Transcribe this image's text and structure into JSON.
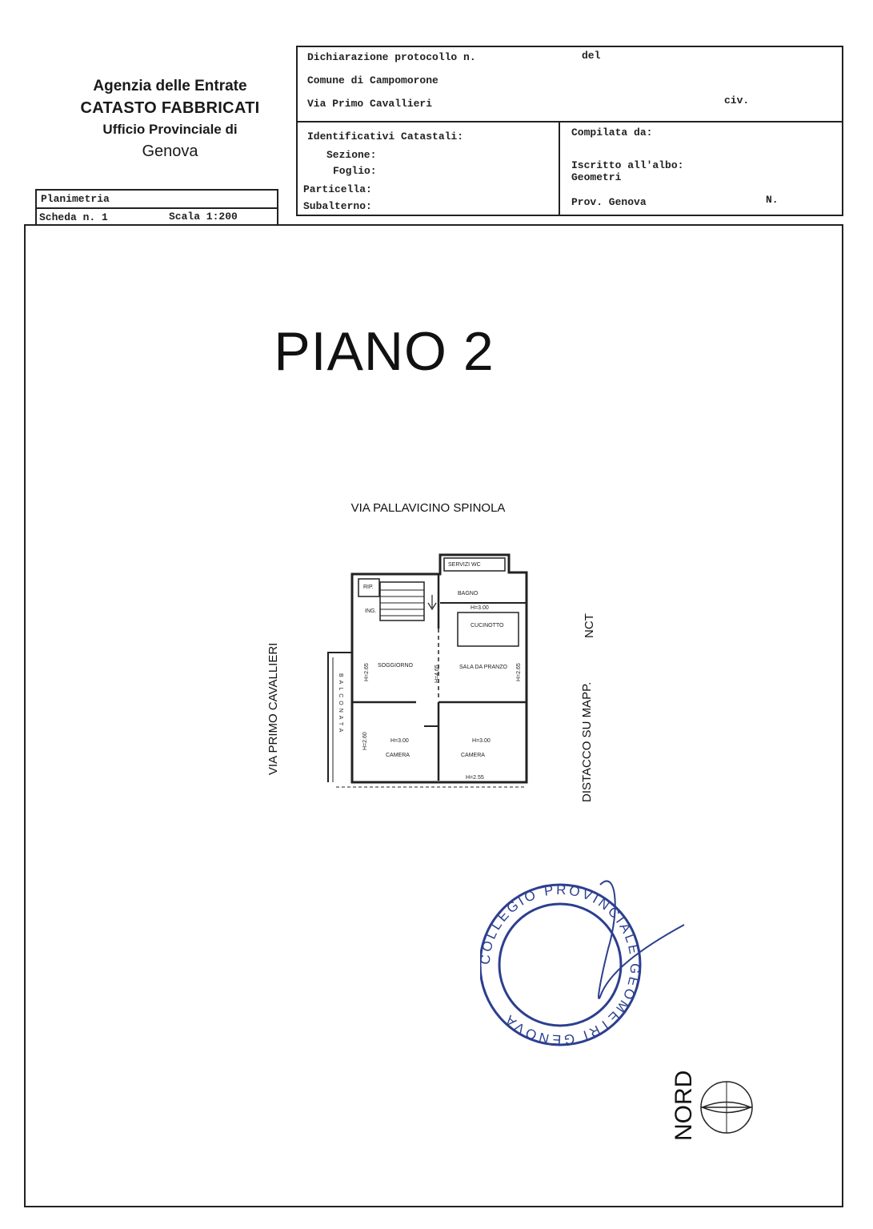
{
  "agency": {
    "line1": "Agenzia delle Entrate",
    "line2": "CATASTO FABBRICATI",
    "line3": "Ufficio Provinciale di",
    "line4": "Genova"
  },
  "header": {
    "declaration_label": "Dichiarazione protocollo n.",
    "del_label": "del",
    "comune": "Comune di Campomorone",
    "address": "Via Primo Cavallieri",
    "civ_label": "civ.",
    "identifiers_label": "Identificativi Catastali:",
    "sezione_label": "Sezione:",
    "foglio_label": "Foglio:",
    "particella_label": "Particella:",
    "subalterno_label": "Subalterno:",
    "compilata_label": "Compilata da:",
    "iscritto_label": "Iscritto all'albo:",
    "albo_value": "Geometri",
    "prov_label": "Prov. Genova",
    "n_label": "N."
  },
  "sheet": {
    "planimetria_label": "Planimetria",
    "scheda_label": "Scheda n. 1",
    "scala_label": "Scala 1:200"
  },
  "drawing": {
    "title": "PIANO 2",
    "street_top": "VIA PALLAVICINO SPINOLA",
    "street_left": "VIA PRIMO CAVALLIERI",
    "street_right_1": "DISTACCO SU MAPP.",
    "street_right_2": "NCT",
    "north_label": "NORD",
    "rooms": {
      "servizi_wc": "SERVIZI WC",
      "rip": "RIP.",
      "ing": "ING.",
      "bagno": "BAGNO",
      "cucinotto": "CUCINOTTO",
      "soggiorno": "SOGGIORNO",
      "sala_da_pranzo": "SALA DA PRANZO",
      "camera_1": "CAMERA",
      "camera_2": "CAMERA",
      "balconata": "BALCONATA"
    },
    "heights": {
      "h_bagno": "H=3.00",
      "h_soggiorno": "H=2.65",
      "h_centro": "H=4.65",
      "h_pranzo": "H=2.65",
      "h_balcone": "H=2.60",
      "h_camera_1": "H=3.00",
      "h_camera_2": "H=3.00",
      "h_bottom": "H=2.55"
    }
  },
  "stamp": {
    "text": "COLLEGIO PROVINCIALE GEOMETRI GENOVA"
  },
  "colors": {
    "ink": "#222222",
    "stamp": "#2c3f8f"
  }
}
